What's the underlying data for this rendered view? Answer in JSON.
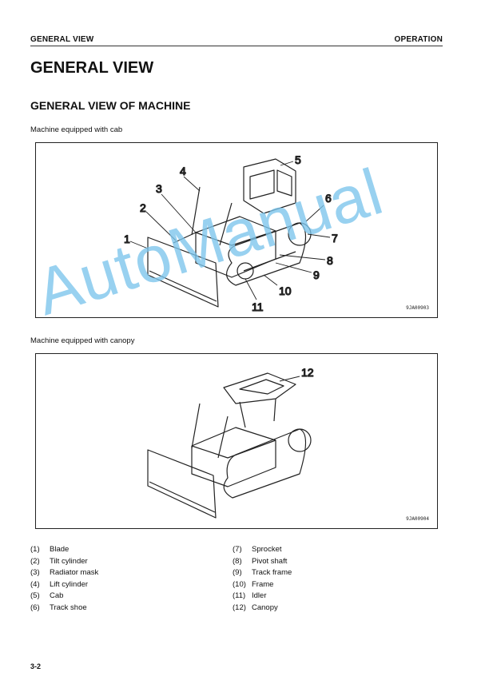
{
  "header": {
    "section": "GENERAL VIEW",
    "chapter": "OPERATION"
  },
  "title": "GENERAL VIEW",
  "subtitle": "GENERAL VIEW OF MACHINE",
  "figures": [
    {
      "caption": "Machine equipped with cab",
      "figure_id": "9JA00903",
      "callouts": [
        "1",
        "2",
        "3",
        "4",
        "5",
        "6",
        "7",
        "8",
        "9",
        "10",
        "11"
      ]
    },
    {
      "caption": "Machine equipped with canopy",
      "figure_id": "9JA00904",
      "callouts": [
        "12"
      ]
    }
  ],
  "legend": [
    {
      "num": "(1)",
      "label": "Blade"
    },
    {
      "num": "(2)",
      "label": "Tilt cylinder"
    },
    {
      "num": "(3)",
      "label": "Radiator mask"
    },
    {
      "num": "(4)",
      "label": "Lift cylinder"
    },
    {
      "num": "(5)",
      "label": "Cab"
    },
    {
      "num": "(6)",
      "label": "Track shoe"
    },
    {
      "num": "(7)",
      "label": "Sprocket"
    },
    {
      "num": "(8)",
      "label": "Pivot shaft"
    },
    {
      "num": "(9)",
      "label": "Track frame"
    },
    {
      "num": "(10)",
      "label": "Frame"
    },
    {
      "num": "(11)",
      "label": "Idler"
    },
    {
      "num": "(12)",
      "label": "Canopy"
    }
  ],
  "page_number": "3-2",
  "watermark": "AutoManual"
}
